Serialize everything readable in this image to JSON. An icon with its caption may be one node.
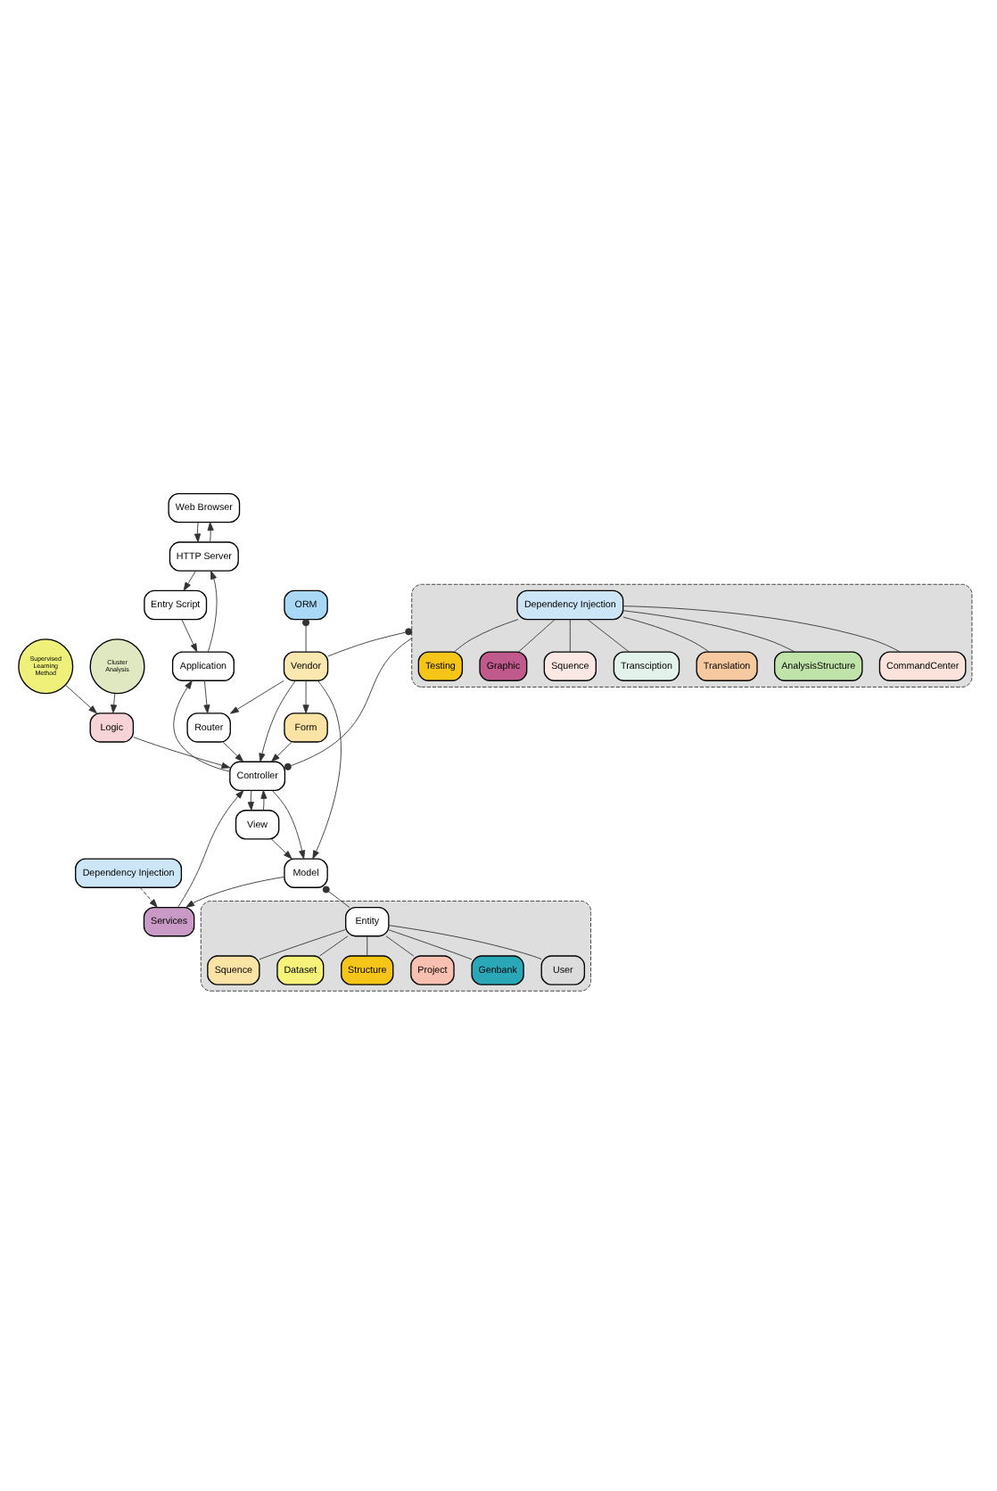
{
  "diagram": {
    "nodes": [
      {
        "text": [
          "Web Browser"
        ]
      },
      {
        "text": [
          "HTTP Server"
        ]
      },
      {
        "text": [
          "Entry Script"
        ]
      },
      {
        "text": [
          "Application"
        ]
      },
      {
        "text": [
          "Dependency Injection"
        ]
      },
      {
        "text": [
          "Router"
        ]
      },
      {
        "text": [
          "Cluster Analysis"
        ]
      },
      {
        "text": [
          "Supervised Learning Method"
        ]
      },
      {
        "text": [
          "Logic"
        ]
      },
      {
        "text": [
          "Form"
        ]
      },
      {
        "text": [
          "Services"
        ]
      },
      {
        "text": [
          "Controller"
        ]
      },
      {
        "text": [],
        "shape": "box"
      },
      {
        "text": [
          "Dependency Injection"
        ],
        "in": 12
      },
      {
        "text": [
          "Testing"
        ],
        "in": 12
      },
      {
        "text": [
          "Graphic"
        ],
        "in": 12
      },
      {
        "text": [
          "Squence"
        ],
        "in": 12
      },
      {
        "text": [
          "Transciption"
        ],
        "in": 12
      },
      {
        "text": [
          "Translation"
        ],
        "in": 12
      },
      {
        "text": [
          "AnalysisStructure"
        ],
        "in": 12
      },
      {
        "text": [
          "CommandCenter"
        ],
        "in": 12
      },
      {
        "text": [
          "Model"
        ]
      },
      {
        "text": [
          "View"
        ]
      },
      {
        "text": [
          "Vendor"
        ]
      },
      {
        "text": [],
        "shape": "box"
      },
      {
        "text": [
          "Entity"
        ],
        "in": 24
      },
      {
        "text": [
          "Squence"
        ],
        "in": 24
      },
      {
        "text": [
          "Dataset"
        ],
        "in": 24
      },
      {
        "text": [
          "Structure"
        ],
        "in": 24
      },
      {
        "text": [
          "Project"
        ],
        "in": 24
      },
      {
        "text": [
          "Genbank"
        ],
        "in": 24
      },
      {
        "text": [
          "User"
        ],
        "in": 24
      },
      {
        "text": [
          "ORM"
        ]
      }
    ],
    "edges": [
      {
        "from": 0,
        "to": 1,
        "arrow": "to"
      },
      {
        "from": 1,
        "to": 0,
        "arrow": "to"
      },
      {
        "from": 1,
        "to": 2,
        "arrow": "to"
      },
      {
        "from": 2,
        "to": 3,
        "arrow": "to"
      },
      {
        "from": 3,
        "to": 1,
        "arrow": "to"
      },
      {
        "from": 3,
        "to": 5,
        "arrow": "to"
      },
      {
        "from": 11,
        "to": 3,
        "arrow": "to"
      },
      {
        "from": 5,
        "to": 11,
        "arrow": "to"
      },
      {
        "from": 6,
        "to": 8,
        "arrow": "to"
      },
      {
        "from": 7,
        "to": 8,
        "arrow": "to"
      },
      {
        "from": 8,
        "to": 11,
        "arrow": "to"
      },
      {
        "from": 9,
        "to": 11,
        "arrow": "to"
      },
      {
        "from": 10,
        "to": 11,
        "arrow": "to"
      },
      {
        "from": 4,
        "to": 10,
        "arrow": "to",
        "style": "dashed"
      },
      {
        "from": 11,
        "to": 12,
        "arrow": "other"
      },
      {
        "from": 12,
        "to": 14,
        "arrow": "none"
      },
      {
        "from": 12,
        "to": 15,
        "arrow": "none"
      },
      {
        "from": 12,
        "to": 16,
        "arrow": "none"
      },
      {
        "from": 12,
        "to": 17,
        "arrow": "none"
      },
      {
        "from": 12,
        "to": 18,
        "arrow": "none"
      },
      {
        "from": 12,
        "to": 19,
        "arrow": "none"
      },
      {
        "from": 12,
        "to": 20,
        "arrow": "none"
      },
      {
        "from": 11,
        "to": 21,
        "arrow": "to"
      },
      {
        "from": 11,
        "to": 22,
        "arrow": "to"
      },
      {
        "from": 22,
        "to": 11,
        "arrow": "to"
      },
      {
        "from": 22,
        "to": 21,
        "arrow": "to"
      },
      {
        "from": 21,
        "to": 10,
        "arrow": "to"
      },
      {
        "from": 23,
        "to": 5,
        "arrow": "to"
      },
      {
        "from": 23,
        "to": 9,
        "arrow": "to"
      },
      {
        "from": 23,
        "to": 21,
        "arrow": "to"
      },
      {
        "from": 23,
        "to": 11,
        "arrow": "to"
      },
      {
        "from": 12,
        "to": 23,
        "arrow": "other"
      },
      {
        "from": 32,
        "to": 23,
        "arrow": "other"
      },
      {
        "from": 21,
        "to": 25,
        "arrow": "other"
      },
      {
        "from": 25,
        "to": 26,
        "arrow": "none"
      },
      {
        "from": 25,
        "to": 27,
        "arrow": "none"
      },
      {
        "from": 25,
        "to": 28,
        "arrow": "none"
      },
      {
        "from": 25,
        "to": 29,
        "arrow": "none"
      },
      {
        "from": 25,
        "to": 30,
        "arrow": "none"
      },
      {
        "from": 25,
        "to": 31,
        "arrow": "none"
      }
    ]
  }
}
